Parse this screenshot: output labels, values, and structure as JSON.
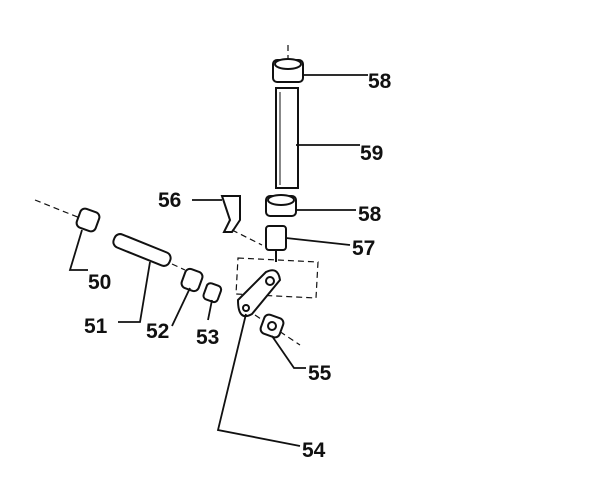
{
  "diagram": {
    "callouts": [
      {
        "id": "label-58-top",
        "text": "58"
      },
      {
        "id": "label-59",
        "text": "59"
      },
      {
        "id": "label-56",
        "text": "56"
      },
      {
        "id": "label-58-mid",
        "text": "58"
      },
      {
        "id": "label-57",
        "text": "57"
      },
      {
        "id": "label-50",
        "text": "50"
      },
      {
        "id": "label-51",
        "text": "51"
      },
      {
        "id": "label-52",
        "text": "52"
      },
      {
        "id": "label-53",
        "text": "53"
      },
      {
        "id": "label-55",
        "text": "55"
      },
      {
        "id": "label-54",
        "text": "54"
      }
    ]
  }
}
